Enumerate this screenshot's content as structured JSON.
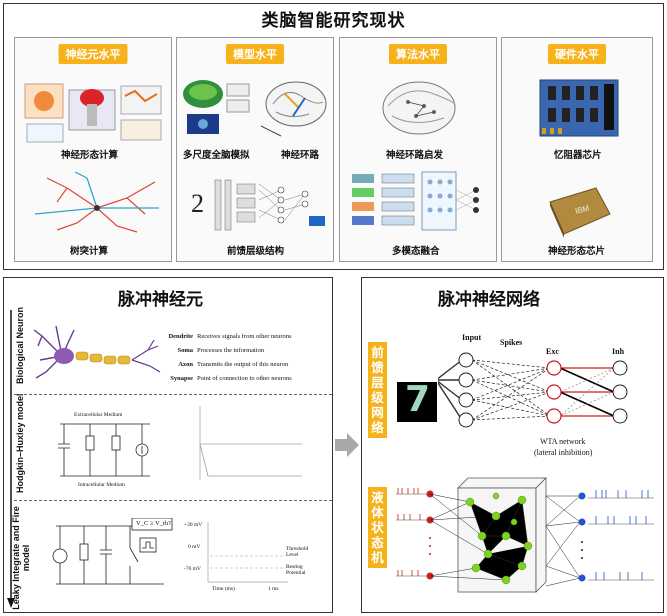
{
  "title": "类脑智能研究现状",
  "columns": [
    {
      "badge": "神经元水平",
      "captions": [
        "神经形态计算",
        "树突计算"
      ]
    },
    {
      "badge": "模型水平",
      "captions": [
        "多尺度全脑模拟",
        "神经环路",
        "前馈层级结构"
      ]
    },
    {
      "badge": "算法水平",
      "captions": [
        "神经环路启发",
        "多模态融合"
      ]
    },
    {
      "badge": "硬件水平",
      "captions": [
        "忆阻器芯片",
        "神经形态芯片"
      ]
    }
  ],
  "left_panel": {
    "title": "脉冲神经元",
    "rows": [
      {
        "label": "Biological Neuron"
      },
      {
        "label": "Hodgkin–Huxley model"
      },
      {
        "label": "Leaky Integrate and Fire model"
      }
    ],
    "definitions": [
      {
        "term": "Dendrite",
        "text": "Receives signals from other neurons"
      },
      {
        "term": "Soma",
        "text": "Processes the information"
      },
      {
        "term": "Axon",
        "text": "Transmits the output of this neuron"
      },
      {
        "term": "Synapse",
        "text": "Point of connection to other neurons"
      }
    ],
    "hh": {
      "extra": "Extracellular Medium",
      "intra": "Intracellular Medium"
    },
    "lif": {
      "v30": "+30 mV",
      "v0": "0 mV",
      "v70": "-70 mV",
      "threshold": "Threshold Level",
      "resting": "Resting Potential",
      "xaxis": "Time (ms)",
      "scale": "1 ms",
      "cond": "V_C ≥ V_th?"
    }
  },
  "right_panel": {
    "title": "脉冲神经网络",
    "badge1": "前馈层级网络",
    "badge2": "液体状态机",
    "labels": {
      "input": "Input",
      "spikes": "Spikes",
      "exc": "Exc",
      "inh": "Inh",
      "wta": "WTA network",
      "wta2": "(lateral inhibition)"
    },
    "digit": "7"
  },
  "colors": {
    "accent": "#f5b21a",
    "red": "#cc1f1f",
    "green": "#7ed321",
    "blue": "#2255cc"
  }
}
